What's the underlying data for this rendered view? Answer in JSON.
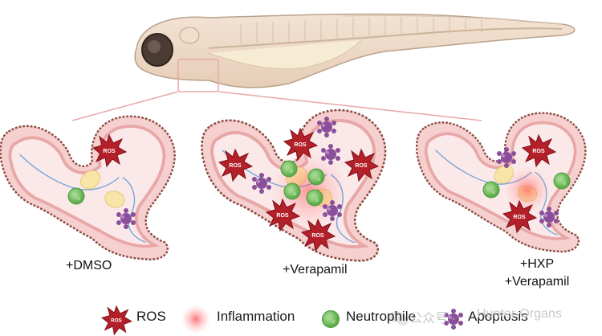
{
  "panels": [
    {
      "label": "+DMSO"
    },
    {
      "label": "+Verapamil"
    },
    {
      "label_line1": "+HXP",
      "label_line2": "+Verapamil"
    }
  ],
  "legend": {
    "ros": "ROS",
    "inflammation": "Inflammation",
    "neutrophile": "Neutrophile",
    "apoptosis": "Apoptosis"
  },
  "badge_text": "ROS",
  "watermark": {
    "prefix": "公众号 ·",
    "name": "Hunter-Organs"
  },
  "colors": {
    "ros": "#b3202a",
    "neutrophil": "#7cc36a",
    "apoptosis": "#8a4f9a",
    "inflammation": "#ff6b6b",
    "tissue": "#f2b8b8",
    "fish": "#efd9c6"
  }
}
